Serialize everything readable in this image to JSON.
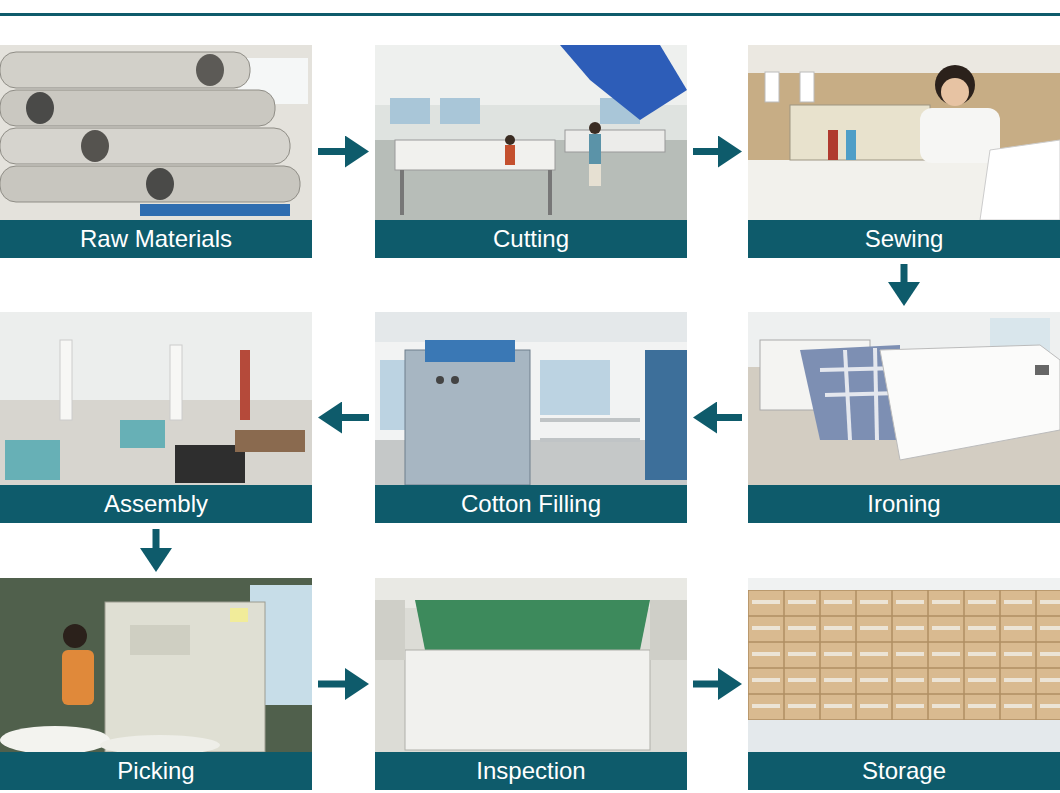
{
  "diagram": {
    "nodes": [
      {
        "text": [
          "Raw Materials"
        ]
      },
      {
        "text": [
          "Cutting"
        ]
      },
      {
        "text": [
          "Sewing"
        ]
      },
      {
        "text": [
          "Ironing"
        ]
      },
      {
        "text": [
          "Cotton Filling"
        ]
      },
      {
        "text": [
          "Assembly"
        ]
      },
      {
        "text": [
          "Picking"
        ]
      },
      {
        "text": [
          "Inspection"
        ]
      },
      {
        "text": [
          "Storage"
        ]
      }
    ],
    "edges": [
      {
        "from": 0,
        "to": 1,
        "arrow": "to"
      },
      {
        "from": 1,
        "to": 2,
        "arrow": "to"
      },
      {
        "from": 2,
        "to": 3,
        "arrow": "to"
      },
      {
        "from": 3,
        "to": 4,
        "arrow": "to"
      },
      {
        "from": 4,
        "to": 5,
        "arrow": "to"
      },
      {
        "from": 5,
        "to": 6,
        "arrow": "to"
      },
      {
        "from": 6,
        "to": 7,
        "arrow": "to"
      },
      {
        "from": 7,
        "to": 8,
        "arrow": "to"
      }
    ]
  }
}
